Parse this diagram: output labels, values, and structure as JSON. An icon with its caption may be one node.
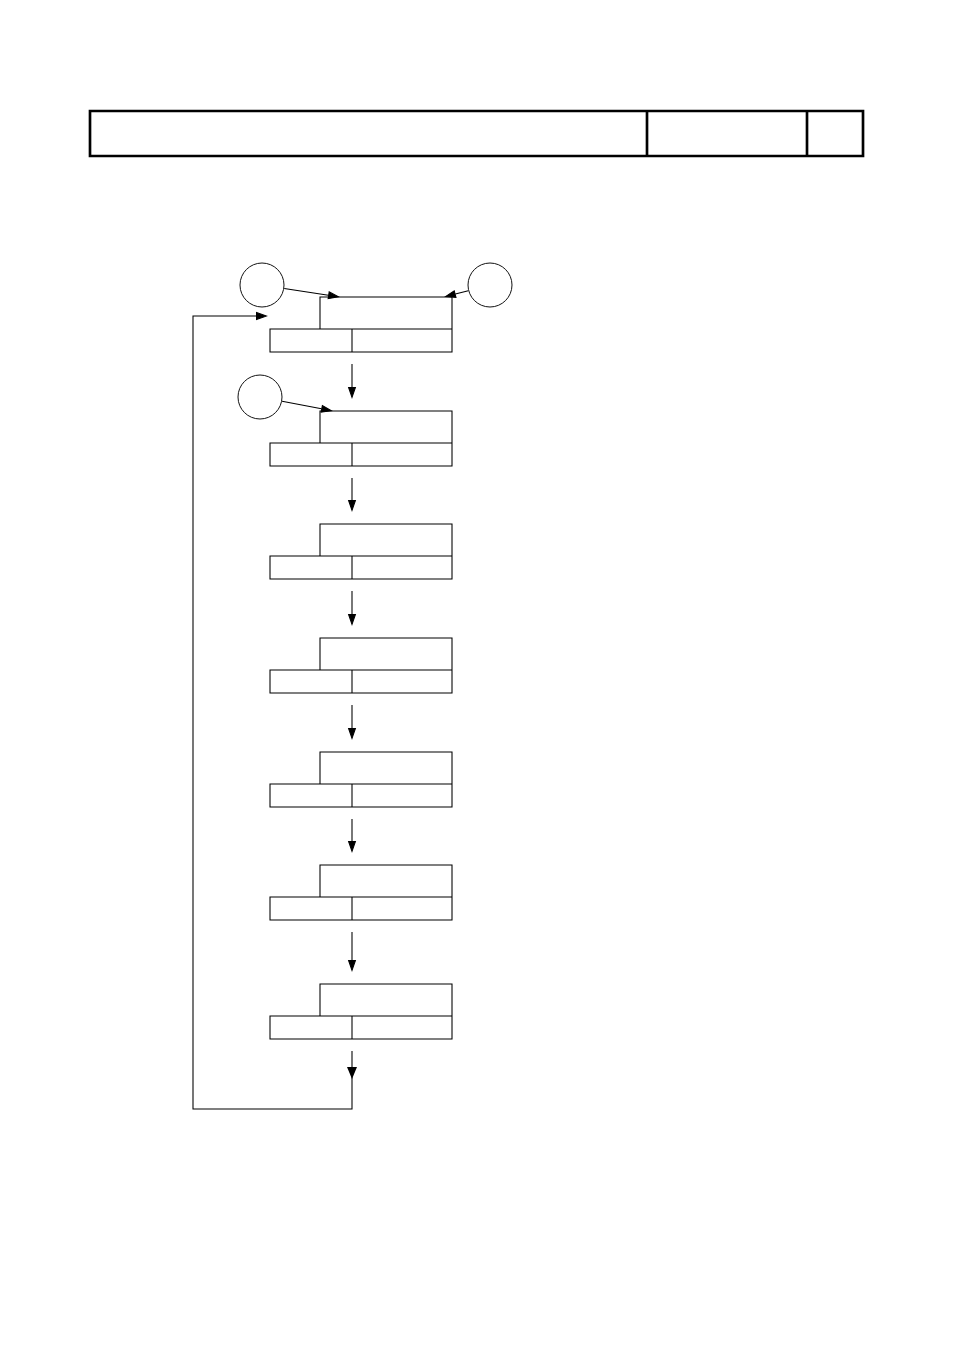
{
  "diagram": {
    "nodes": [
      {
        "text": [],
        "shape": "circle"
      },
      {
        "text": [],
        "shape": "circle"
      },
      {
        "text": [],
        "shape": "box"
      },
      {
        "text": [],
        "shape": "circle"
      },
      {
        "text": [],
        "shape": "box"
      },
      {
        "text": [],
        "shape": "box"
      },
      {
        "text": [],
        "shape": "box"
      },
      {
        "text": [],
        "shape": "box"
      },
      {
        "text": [],
        "shape": "box"
      },
      {
        "text": [],
        "shape": "box"
      }
    ],
    "edges": [
      {
        "from": 0,
        "to": 2,
        "arrow": "to"
      },
      {
        "from": 1,
        "to": 2,
        "arrow": "to"
      },
      {
        "from": 3,
        "to": 4,
        "arrow": "to"
      },
      {
        "from": 2,
        "to": 4,
        "arrow": "to"
      },
      {
        "from": 4,
        "to": 5,
        "arrow": "to"
      },
      {
        "from": 5,
        "to": 6,
        "arrow": "to"
      },
      {
        "from": 6,
        "to": 7,
        "arrow": "to"
      },
      {
        "from": 7,
        "to": 8,
        "arrow": "to"
      },
      {
        "from": 8,
        "to": 9,
        "arrow": "to"
      },
      {
        "from": 9,
        "to": 2,
        "arrow": "to"
      }
    ]
  }
}
